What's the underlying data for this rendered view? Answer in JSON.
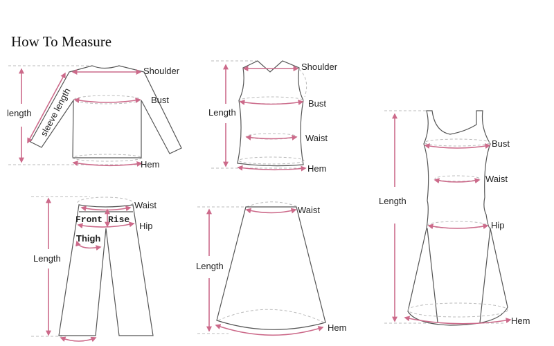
{
  "title": "How To Measure",
  "colors": {
    "measure": "#cc6a8a",
    "outline": "#555555",
    "guide": "#bbbbbb"
  },
  "diagrams": {
    "top": {
      "labels": {
        "shoulder": "Shoulder",
        "bust": "Bust",
        "hem": "Hem",
        "length": "length",
        "sleeve": "sleeve length"
      }
    },
    "vest": {
      "labels": {
        "shoulder": "Shoulder",
        "bust": "Bust",
        "waist": "Waist",
        "hem": "Hem",
        "length": "Length"
      }
    },
    "dress": {
      "labels": {
        "bust": "Bust",
        "waist": "Waist",
        "hip": "Hip",
        "hem": "Hem",
        "length": "Length"
      }
    },
    "pants": {
      "labels": {
        "waist": "Waist",
        "hip": "Hip",
        "front": "Front",
        "rise": "Rise",
        "thigh": "Thigh",
        "length": "Length"
      }
    },
    "skirt": {
      "labels": {
        "waist": "Waist",
        "hem": "Hem",
        "length": "Length"
      }
    }
  }
}
